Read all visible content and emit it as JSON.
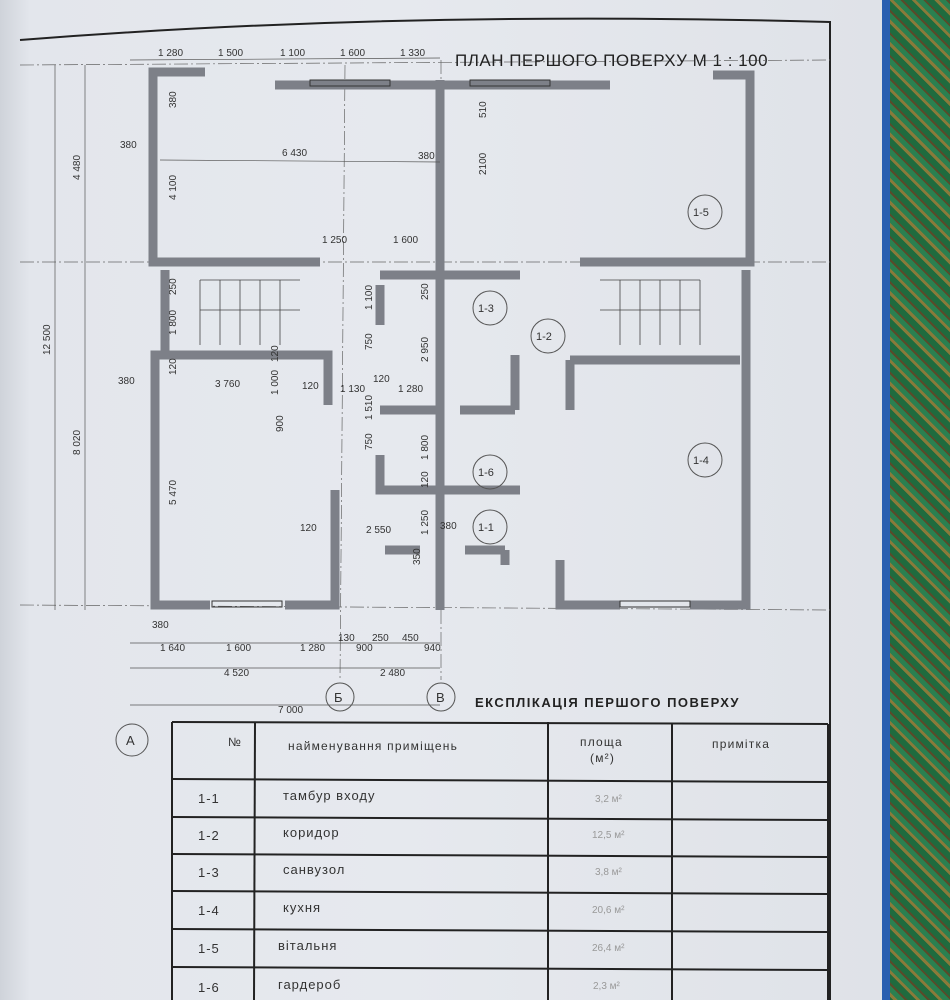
{
  "plan_title": "ПЛАН ПЕРШОГО ПОВЕРХУ М 1 : 100",
  "dims": [
    "1 280",
    "1 500",
    "1 100",
    "1 600",
    "1 330",
    "380",
    "380",
    "6 430",
    "380",
    "510",
    "2100",
    "4 100",
    "4 480",
    "1 250",
    "1 600",
    "250",
    "1 800",
    "12 500",
    "1 100",
    "250",
    "750",
    "2 950",
    "120",
    "1 000",
    "120",
    "380",
    "3 760",
    "120",
    "1 130",
    "120",
    "1 280",
    "900",
    "1 510",
    "750",
    "1 800",
    "8 020",
    "5 470",
    "120",
    "120",
    "2 550",
    "1 250",
    "380",
    "350",
    "380",
    "1 640",
    "1 600",
    "1 280",
    "130",
    "250",
    "450",
    "900",
    "940",
    "4 520",
    "2 480",
    "7 000"
  ],
  "axes": [
    "Б",
    "В",
    "А"
  ],
  "rooms": [
    "1-5",
    "1-3",
    "1-2",
    "1-4",
    "1-6",
    "1-1"
  ],
  "explication": {
    "title": "ЕКСПЛІКАЦІЯ ПЕРШОГО ПОВЕРХУ",
    "headers": {
      "no": "№",
      "name": "найменування приміщень",
      "area": "площа",
      "area_unit": "(м²)",
      "note": "примітка"
    },
    "rows": [
      {
        "no": "1-1",
        "name": "тамбур входу",
        "area": "3,2 м²",
        "note": ""
      },
      {
        "no": "1-2",
        "name": "коридор",
        "area": "12,5 м²",
        "note": ""
      },
      {
        "no": "1-3",
        "name": "санвузол",
        "area": "3,8 м²",
        "note": ""
      },
      {
        "no": "1-4",
        "name": "кухня",
        "area": "20,6 м²",
        "note": ""
      },
      {
        "no": "1-5",
        "name": "вітальня",
        "area": "26,4 м²",
        "note": ""
      },
      {
        "no": "1-6",
        "name": "гардероб",
        "area": "2,3 м²",
        "note": ""
      }
    ]
  }
}
